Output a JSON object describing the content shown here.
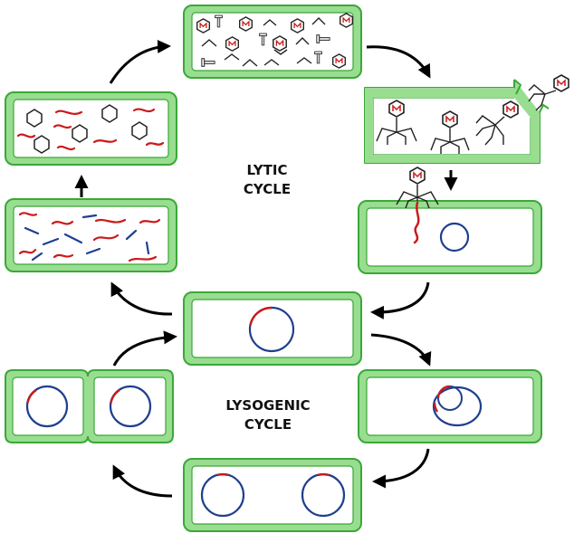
{
  "title": "",
  "lytic_label": [
    "LYTIC",
    "CYCLE"
  ],
  "lysogenic_label": [
    "LYSOGENIC",
    "CYCLE"
  ],
  "colors": {
    "cell_fill": "#99dd90",
    "cell_border": "#3aa838",
    "cell_interior": "#ffffff",
    "viral_dna": "#cc1a1a",
    "bacterial_dna": "#1f3f8f",
    "phage_outline": "#222222",
    "arrow": "#000000"
  },
  "stages": [
    {
      "id": "phage-assembly",
      "cycle": "lytic"
    },
    {
      "id": "cell-lysis-release",
      "cycle": "lytic"
    },
    {
      "id": "phage-attachment-injection",
      "cycle": "lytic"
    },
    {
      "id": "dna-circularization",
      "cycle": "shared"
    },
    {
      "id": "dna-replication-degradation",
      "cycle": "lytic"
    },
    {
      "id": "capsid-synthesis",
      "cycle": "lytic"
    },
    {
      "id": "prophage-integration",
      "cycle": "lysogenic"
    },
    {
      "id": "lysogen-replication",
      "cycle": "lysogenic"
    },
    {
      "id": "cell-division",
      "cycle": "lysogenic"
    }
  ],
  "icons": [
    "phage-head-icon",
    "phage-tail-fiber-icon",
    "capsid-hexagon-icon",
    "tail-tube-icon",
    "viral-dna-strand-icon",
    "bacterial-chromosome-icon"
  ]
}
